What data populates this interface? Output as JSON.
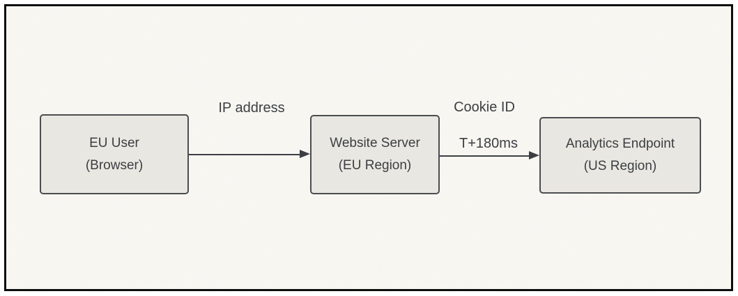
{
  "diagram": {
    "nodes": [
      {
        "id": "eu-user",
        "line1": "EU User",
        "line2": "(Browser)"
      },
      {
        "id": "website-server",
        "line1": "Website Server",
        "line2": "(EU Region)"
      },
      {
        "id": "analytics-endpoint",
        "line1": "Analytics Endpoint",
        "line2": "(US Region)"
      }
    ],
    "edges": [
      {
        "from": "eu-user",
        "to": "website-server",
        "label": "IP address"
      },
      {
        "from": "website-server",
        "to": "analytics-endpoint",
        "label": "Cookie ID",
        "sublabel": "T+180ms"
      }
    ],
    "colors": {
      "background": "#faf8f3",
      "frame_border": "#0d0d0d",
      "node_fill": "#e9e7e1",
      "node_border": "#4a4d50",
      "text": "#3b3e42",
      "arrow": "#3b3e42"
    }
  }
}
